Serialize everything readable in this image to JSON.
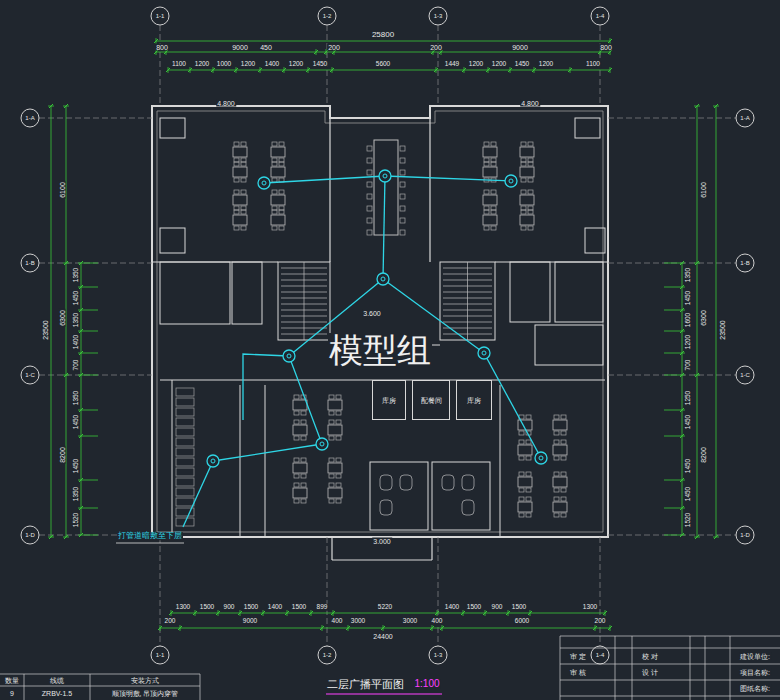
{
  "diagram": {
    "title": "二层广播平面图",
    "nodes": [
      {
        "text": [
          "库房"
        ]
      },
      {
        "text": [
          "配餐间"
        ]
      },
      {
        "text": [
          "库房"
        ]
      }
    ],
    "labels": [
      "25800",
      "800",
      "9000",
      "450",
      "200",
      "200",
      "9000",
      "800",
      "1100",
      "1200",
      "1000",
      "1200",
      "1400",
      "1200",
      "1450",
      "5600",
      "1449",
      "1200",
      "1200",
      "1450",
      "1200",
      "1100",
      "4.800",
      "4.800",
      "1-1",
      "1-2",
      "1-3",
      "1-4",
      "1-1",
      "1-2",
      "1-3",
      "1-4",
      "1-A",
      "1-B",
      "1-C",
      "1-D",
      "1-A",
      "1-B",
      "1-C",
      "1-D",
      "23500",
      "6100",
      "6300",
      "8200",
      "1350",
      "1450",
      "1350",
      "1400",
      "700",
      "1350",
      "1450",
      "1450",
      "1350",
      "1520",
      "23500",
      "6100",
      "6300",
      "8200",
      "1350",
      "1450",
      "1600",
      "1200",
      "700",
      "1250",
      "1450",
      "1450",
      "1450",
      "1520",
      "1300",
      "1500",
      "900",
      "1500",
      "1400",
      "1500",
      "899",
      "5220",
      "1400",
      "1500",
      "900",
      "1500",
      "1300",
      "200",
      "9000",
      "400",
      "3000",
      "3000",
      "400",
      "6000",
      "200",
      "24400",
      "3.600",
      "3.000",
      "模型组",
      "打管道暗敷至下层",
      "1:100",
      "审 定",
      "审 核",
      "校 对",
      "设 计",
      "建设单位:",
      "项目名称:",
      "图纸名称:",
      "数量",
      "线缆",
      "安装方式",
      "9",
      "ZRBV-1.5",
      "顺顶明敷, 吊顶内穿管"
    ]
  }
}
